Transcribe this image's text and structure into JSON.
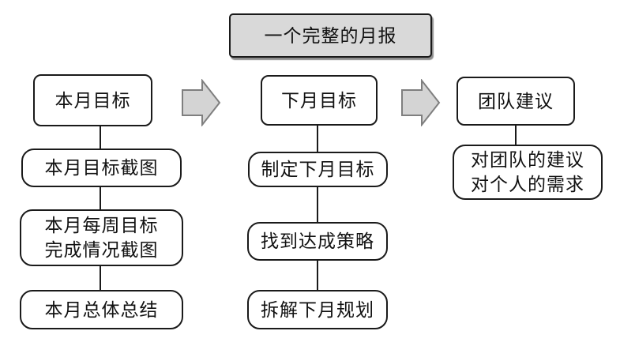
{
  "title": {
    "label": "一个完整的月报"
  },
  "columns": [
    {
      "header": "本月目标",
      "children": [
        {
          "lines": [
            "本月目标截图"
          ]
        },
        {
          "lines": [
            "本月每周目标",
            "完成情况截图"
          ]
        },
        {
          "lines": [
            "本月总体总结"
          ]
        }
      ]
    },
    {
      "header": "下月目标",
      "children": [
        {
          "lines": [
            "制定下月目标"
          ]
        },
        {
          "lines": [
            "找到达成策略"
          ]
        },
        {
          "lines": [
            "拆解下月规划"
          ]
        }
      ]
    },
    {
      "header": "团队建议",
      "children": [
        {
          "lines": [
            "对团队的建议",
            "对个人的需求"
          ]
        }
      ]
    }
  ],
  "icons": {
    "arrow_1": "block-right-arrow",
    "arrow_2": "block-right-arrow"
  },
  "colors": {
    "background": "#ffffff",
    "text": "#111111",
    "box_border": "#1a1a1a",
    "title_fill": "#d9d9d9",
    "arrow_fill": "#d4d4d4",
    "arrow_border": "#7f7f7f",
    "connector": "#1a1a1a"
  }
}
